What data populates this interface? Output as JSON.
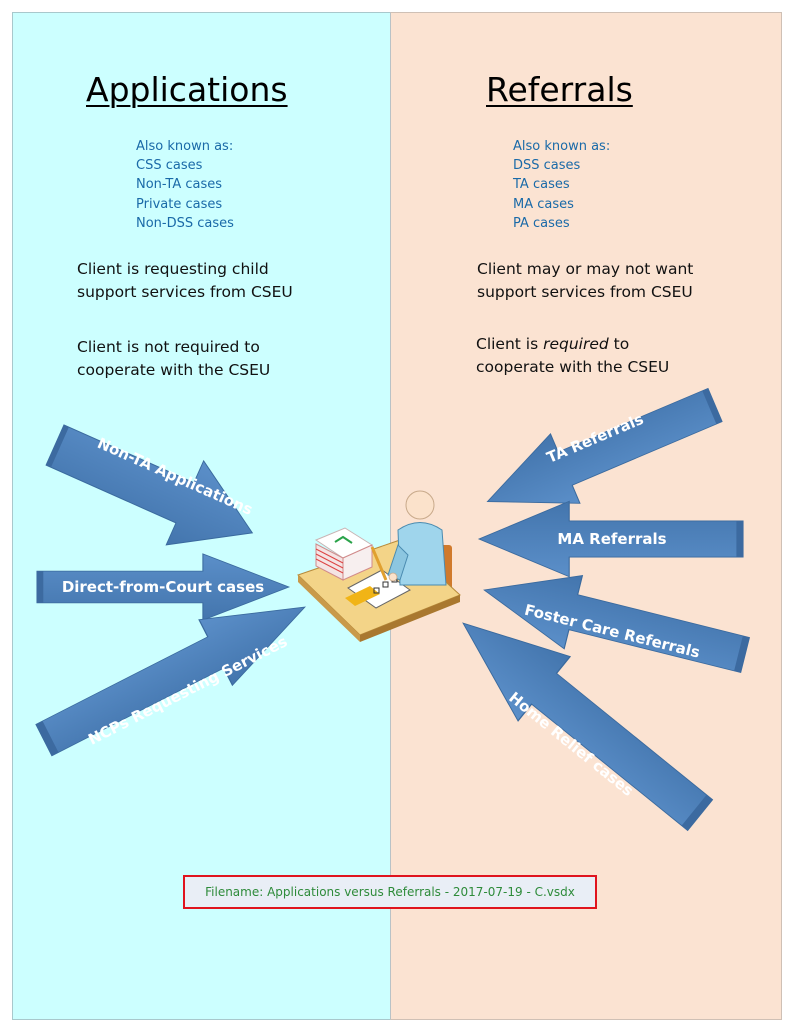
{
  "applications": {
    "heading": "Applications",
    "aka": [
      "Also known as:",
      "CSS cases",
      "Non-TA cases",
      "Private cases",
      "Non-DSS cases"
    ],
    "desc1": [
      "Client is requesting child",
      "support services from CSEU"
    ],
    "desc2": [
      "Client is not required to",
      "cooperate with the CSEU"
    ],
    "arrows": [
      "Non-TA Applications",
      "Direct-from-Court cases",
      "NCPs Requesting Services"
    ]
  },
  "referrals": {
    "heading": "Referrals",
    "aka": [
      "Also known as:",
      "DSS cases",
      "TA cases",
      "MA cases",
      "PA cases"
    ],
    "desc1": [
      "Client may or may not want",
      "support services from CSEU"
    ],
    "desc2_before": "Client is ",
    "desc2_emphasis": "required",
    "desc2_after": " to",
    "desc2_line2": "cooperate with the CSEU",
    "arrows": [
      "TA Referrals",
      "MA Referrals",
      "Foster Care Referrals",
      "Home Relief cases"
    ]
  },
  "footer": {
    "filename": "Filename:  Applications versus Referrals - 2017-07-19 - C.vsdx"
  },
  "colors": {
    "left_bg": "#ccffff",
    "right_bg": "#fbe3d2",
    "arrow": "#4f81bd",
    "aka_text": "#1a6aa8",
    "filename_border": "#e0141e",
    "filename_text": "#2e8b3a"
  },
  "icons": {
    "center": "person-at-desk-icon"
  }
}
